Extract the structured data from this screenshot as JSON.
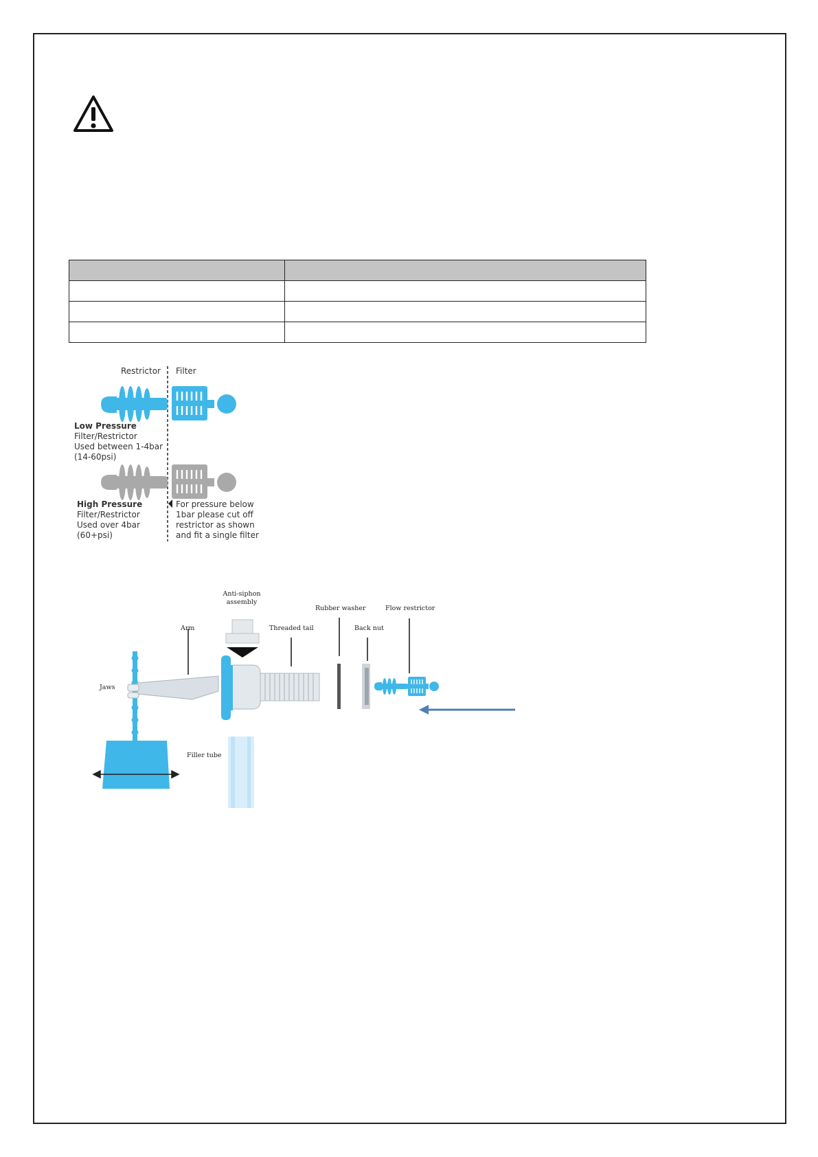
{
  "filter_diagram": {
    "restrictor_heading": "Restrictor",
    "filter_heading": "Filter",
    "low_pressure": {
      "title": "Low Pressure",
      "line1": "Filter/Restrictor",
      "line2": "Used between 1-4bar",
      "line3": "(14-60psi)"
    },
    "high_pressure": {
      "title": "High Pressure",
      "line1": "Filter/Restrictor",
      "line2": "Used over 4bar",
      "line3": "(60+psi)"
    },
    "note": {
      "line1": "For pressure below",
      "line2": "1bar please cut off",
      "line3": "restrictor as shown",
      "line4": "and fit a single filter"
    },
    "colors": {
      "low": "#3fb7e8",
      "high": "#a9a9a9"
    }
  },
  "assembly_diagram": {
    "anti_siphon_1": "Anti-siphon",
    "anti_siphon_2": "assembly",
    "rubber_washer": "Rubber washer",
    "flow_restrictor": "Flow restrictor",
    "arm": "Arm",
    "threaded_tail": "Threaded tail",
    "back_nut": "Back nut",
    "jaws": "Jaws",
    "filler_tube": "Filler tube",
    "colors": {
      "part": "#3fb7e8",
      "arrow": "#4f7fb3"
    }
  }
}
